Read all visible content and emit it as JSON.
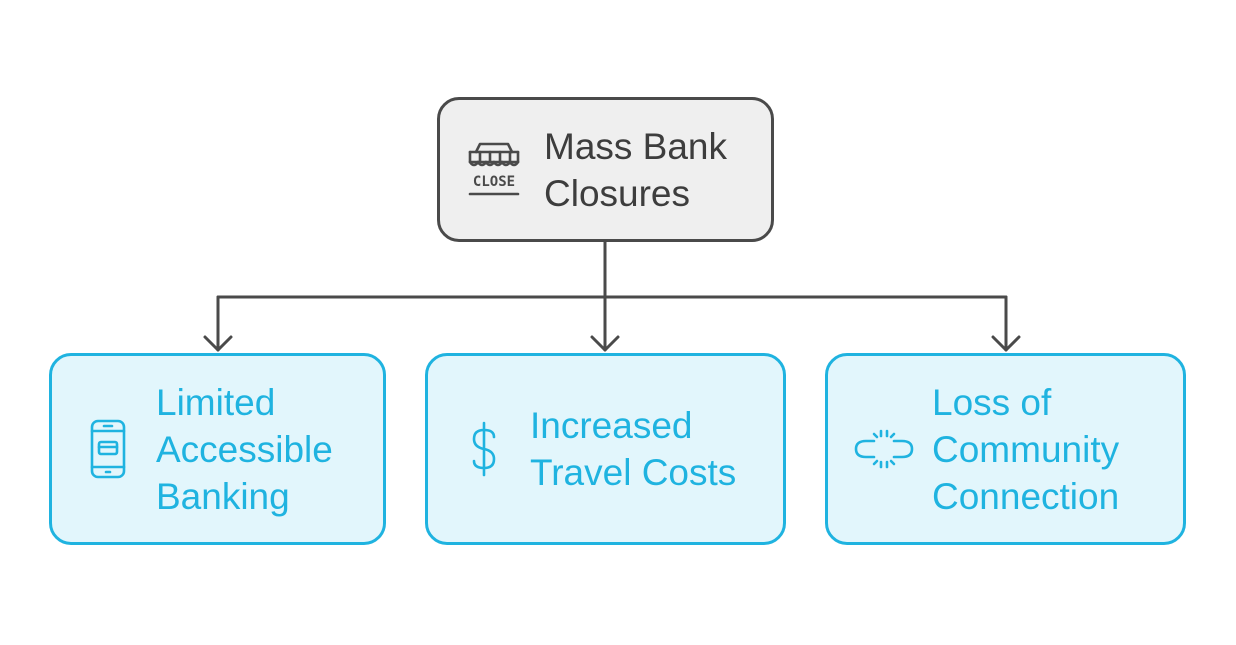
{
  "colors": {
    "root_fill": "#efefef",
    "root_stroke": "#4a4a4a",
    "child_fill": "#e2f6fc",
    "child_stroke": "#1fb3e0",
    "connector": "#4a4a4a"
  },
  "root": {
    "label": "Mass Bank\nClosures",
    "icon": "store-closed-icon",
    "icon_text": "CLOSE"
  },
  "children": [
    {
      "label": "Limited\nAccessible\nBanking",
      "icon": "mobile-banking-icon"
    },
    {
      "label": "Increased\nTravel Costs",
      "icon": "dollar-sign-icon"
    },
    {
      "label": "Loss of\nCommunity\nConnection",
      "icon": "broken-link-icon"
    }
  ]
}
